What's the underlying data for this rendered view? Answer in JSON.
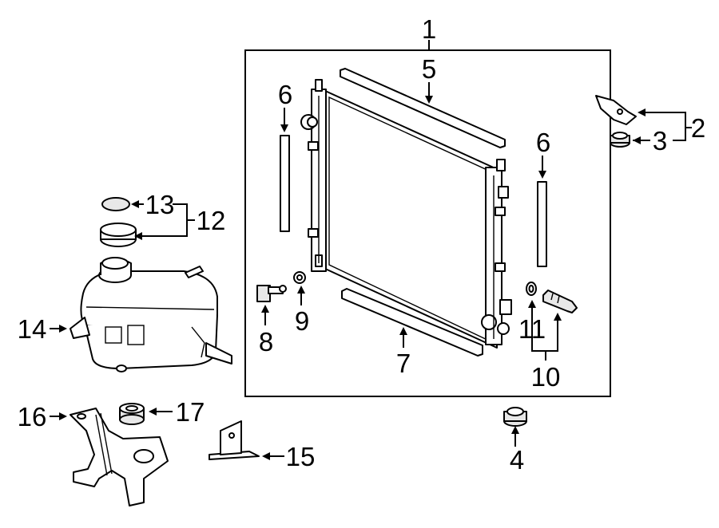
{
  "diagram": {
    "callouts": [
      "1",
      "2",
      "3",
      "4",
      "5",
      "6",
      "6",
      "7",
      "8",
      "9",
      "10",
      "11",
      "12",
      "13",
      "14",
      "15",
      "16",
      "17"
    ]
  },
  "colors": {
    "line": "#000000",
    "background": "#ffffff",
    "fill": "#e8e8e8"
  }
}
